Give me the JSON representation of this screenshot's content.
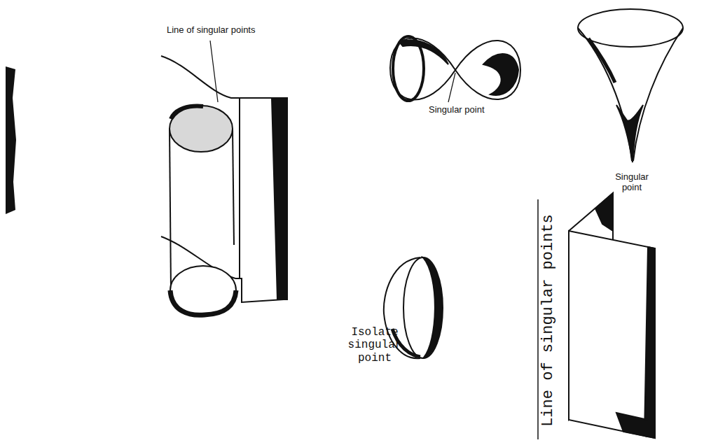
{
  "diagram": {
    "labels": [
      "Line of singular points",
      "Singular point",
      "Singular point",
      "Isolate singular point",
      "Line of singular points"
    ]
  }
}
